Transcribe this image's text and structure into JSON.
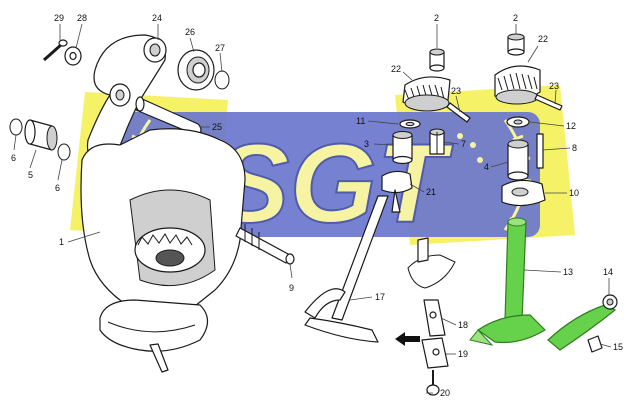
{
  "watermark": {
    "text": "SGT",
    "yellow": "#f2ee3a",
    "blue": "#5b67c9",
    "logo_text_color": "#f6f29a"
  },
  "colors": {
    "highlight_green": "#66d14a",
    "line": "#1a1a1a"
  },
  "callouts": [
    {
      "id": "c29",
      "text": "29"
    },
    {
      "id": "c28",
      "text": "28"
    },
    {
      "id": "c24",
      "text": "24"
    },
    {
      "id": "c26",
      "text": "26"
    },
    {
      "id": "c27",
      "text": "27"
    },
    {
      "id": "c25",
      "text": "25"
    },
    {
      "id": "c6a",
      "text": "6"
    },
    {
      "id": "c5",
      "text": "5"
    },
    {
      "id": "c6b",
      "text": "6"
    },
    {
      "id": "c1",
      "text": "1"
    },
    {
      "id": "c9",
      "text": "9"
    },
    {
      "id": "c2a",
      "text": "2"
    },
    {
      "id": "c22a",
      "text": "22"
    },
    {
      "id": "c23a",
      "text": "23"
    },
    {
      "id": "c11",
      "text": "11"
    },
    {
      "id": "c3",
      "text": "3"
    },
    {
      "id": "c7",
      "text": "7"
    },
    {
      "id": "c21",
      "text": "21"
    },
    {
      "id": "c17",
      "text": "17"
    },
    {
      "id": "c18",
      "text": "18"
    },
    {
      "id": "c19",
      "text": "19"
    },
    {
      "id": "c20",
      "text": "20"
    },
    {
      "id": "c2b",
      "text": "2"
    },
    {
      "id": "c22b",
      "text": "22"
    },
    {
      "id": "c23b",
      "text": "23"
    },
    {
      "id": "c12",
      "text": "12"
    },
    {
      "id": "c8",
      "text": "8"
    },
    {
      "id": "c4",
      "text": "4"
    },
    {
      "id": "c10",
      "text": "10"
    },
    {
      "id": "c13",
      "text": "13"
    },
    {
      "id": "c14",
      "text": "14"
    },
    {
      "id": "c15",
      "text": "15"
    }
  ]
}
